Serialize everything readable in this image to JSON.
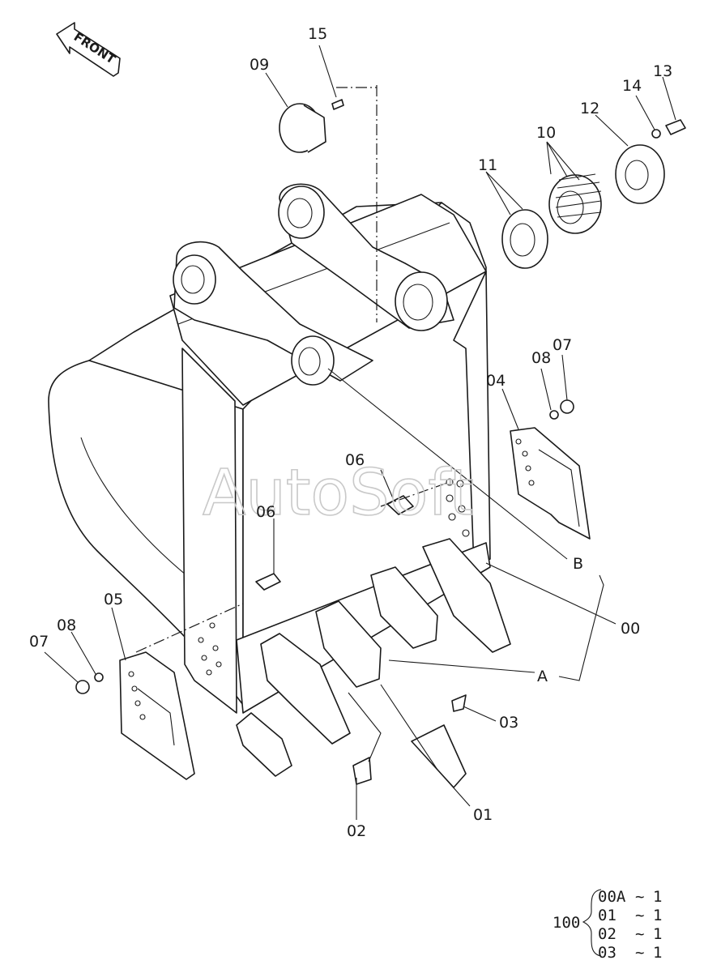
{
  "front_arrow": {
    "text": "FRONT"
  },
  "watermark": "AutoSoft",
  "labels": {
    "p00": "00",
    "p01": "01",
    "p02": "02",
    "p03": "03",
    "p04": "04",
    "p05": "05",
    "p06a": "06",
    "p06b": "06",
    "p07a": "07",
    "p07b": "07",
    "p08a": "08",
    "p08b": "08",
    "p09": "09",
    "p10": "10",
    "p11": "11",
    "p12": "12",
    "p13": "13",
    "p14": "14",
    "p15": "15",
    "refA": "A",
    "refB": "B"
  },
  "legend": {
    "number": "100",
    "rows": [
      {
        "code": "00A",
        "sep": "~",
        "qty": "1"
      },
      {
        "code": "01",
        "sep": "~",
        "qty": "1"
      },
      {
        "code": "02",
        "sep": "~",
        "qty": "1"
      },
      {
        "code": "03",
        "sep": "~",
        "qty": "1"
      }
    ]
  }
}
